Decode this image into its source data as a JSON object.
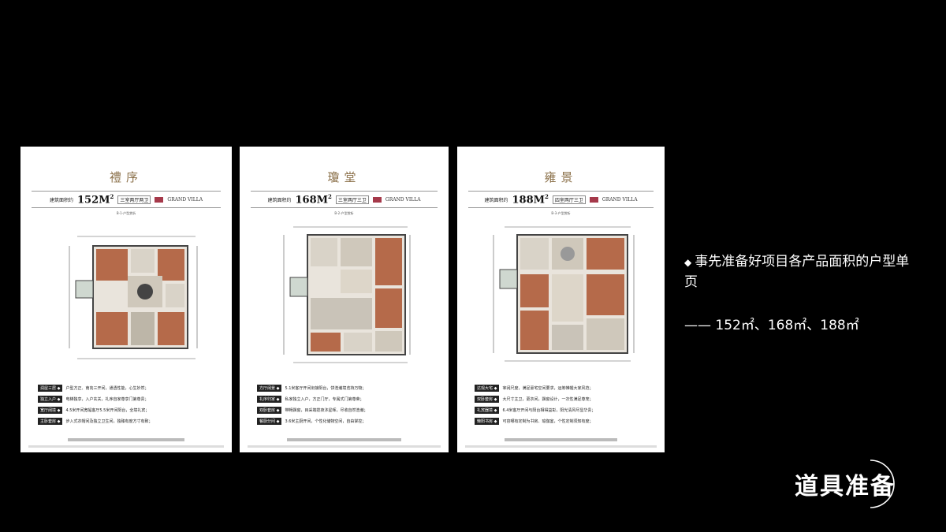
{
  "cards": [
    {
      "title": "禮序",
      "area_prefix": "建筑面积约",
      "area_value": "152M",
      "area_unit": "2",
      "layout": "三室两厅两卫",
      "brand": "GRAND VILLA",
      "subtitle": "B-1-户型赏析",
      "features": [
        {
          "label": "润屋三居 ◆",
          "text": "户型方正、南向三开间，通透性能，心生妙然；"
        },
        {
          "label": "独立入户 ◆",
          "text": "电梯独享，入户玄关，礼序自家尊享门第尊贵；"
        },
        {
          "label": "宽厅阔境 ◆",
          "text": "4.5米开间宽幅客厅5.5米开间阳台，全境礼宾；"
        },
        {
          "label": "主卧套房 ◆",
          "text": "步入式衣帽间及独立卫生间，独臻有度方寸有致；"
        }
      ]
    },
    {
      "title": "瓊堂",
      "area_prefix": "建筑面积约",
      "area_value": "168M",
      "area_unit": "2",
      "layout": "三室两厅三卫",
      "brand": "GRAND VILLA",
      "subtitle": "B-2-户型赏析",
      "features": [
        {
          "label": "方厅阔景 ◆",
          "text": "5.1米客厅开间衔接阳台，饼浩瀚境览持万物；"
        },
        {
          "label": "礼序归家 ◆",
          "text": "私家独立入户，方正门厅，专属式门第尊荣；"
        },
        {
          "label": "双卧套房 ◆",
          "text": "带畅飘窗，目采端揽夜沐星晖，尽收自然浩瀚；"
        },
        {
          "label": "餐厨分间 ◆",
          "text": "3.6米主厨开间，个性化储物空间，自由掌控；"
        }
      ]
    },
    {
      "title": "雍景",
      "area_prefix": "建筑面积约",
      "area_value": "188M",
      "area_unit": "2",
      "layout": "四室两厅三卫",
      "brand": "GRAND VILLA",
      "subtitle": "B-3-户型赏析",
      "features": [
        {
          "label": "达观大宅 ◆",
          "text": "宰阔尺度，满足豪宅空间要求，运筹帷幄大家风范；"
        },
        {
          "label": "双卧套房 ◆",
          "text": "大尺寸主卫，更衣间，飘窗设计，一次性满足尊宠；"
        },
        {
          "label": "礼宾器境 ◆",
          "text": "6.4米客厅开间与阳台相得益彰，阳光清风尽显华贵；"
        },
        {
          "label": "懒阳书房 ◆",
          "text": "可容哪有定制为书房、瑜伽室，个性定制须知有度；"
        }
      ]
    }
  ],
  "bullet": {
    "marker": "◆",
    "text": "事先准备好项目各产品面积的户型单页"
  },
  "sizes_text": "—— 152㎡、168㎡、188㎡",
  "logo_text": "道具准备",
  "colors": {
    "background": "#000000",
    "card": "#ffffff",
    "title_gold": "#8a6f48",
    "brand_red": "#a5394a"
  }
}
